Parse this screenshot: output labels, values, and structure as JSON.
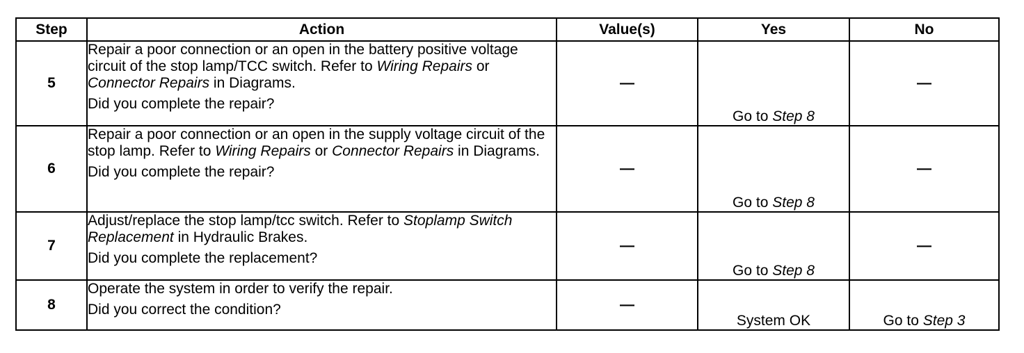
{
  "headers": {
    "step": "Step",
    "action": "Action",
    "values": "Value(s)",
    "yes": "Yes",
    "no": "No"
  },
  "rows": [
    {
      "step": "5",
      "action_1": "Repair a poor connection or an open in the battery positive voltage circuit of the stop lamp/TCC switch. Refer to ",
      "action_i1": "Wiring Repairs",
      "action_2": " or ",
      "action_i2": "Connector Repairs",
      "action_3": " in Diagrams.",
      "question": "Did you complete the repair?",
      "value": "—",
      "yes_prefix": "Go to ",
      "yes_ref": "Step 8",
      "no": "—"
    },
    {
      "step": "6",
      "action_1": "Repair a poor connection or an open in the supply voltage circuit of the stop lamp. Refer to ",
      "action_i1": "Wiring Repairs",
      "action_2": " or ",
      "action_i2": "Connector Repairs",
      "action_3": " in Diagrams.",
      "question": "Did you complete the repair?",
      "value": "—",
      "yes_prefix": "Go to ",
      "yes_ref": "Step 8",
      "no": "—"
    },
    {
      "step": "7",
      "action_1": "Adjust/replace the stop lamp/tcc switch. Refer to ",
      "action_i1": "Stoplamp Switch Replacement",
      "action_3": " in Hydraulic Brakes.",
      "question": "Did you complete the replacement?",
      "value": "—",
      "yes_prefix": "Go to ",
      "yes_ref": "Step 8",
      "no": "—"
    },
    {
      "step": "8",
      "action_1": "Operate the system in order to verify the repair.",
      "question": "Did you correct the condition?",
      "value": "—",
      "yes": "System OK",
      "no_prefix": "Go to ",
      "no_ref": "Step 3"
    }
  ]
}
